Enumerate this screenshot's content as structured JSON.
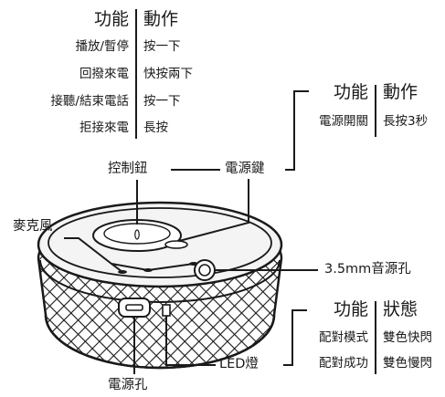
{
  "control_table": {
    "header_left": "功能",
    "header_right": "動作",
    "rows": [
      {
        "function": "播放/暫停",
        "action": "按一下"
      },
      {
        "function": "回撥來電",
        "action": "快按兩下"
      },
      {
        "function": "接聽/結束電話",
        "action": "按一下"
      },
      {
        "function": "拒接來電",
        "action": "長按"
      }
    ]
  },
  "power_table": {
    "header_left": "功能",
    "header_right": "動作",
    "rows": [
      {
        "function": "電源開關",
        "action": "長按3秒"
      }
    ]
  },
  "led_table": {
    "header_left": "功能",
    "header_right": "狀態",
    "rows": [
      {
        "function": "配對模式",
        "action": "雙色快閃"
      },
      {
        "function": "配對成功",
        "action": "雙色慢閃"
      }
    ]
  },
  "labels": {
    "control_knob": "控制鈕",
    "power_key": "電源鍵",
    "microphone": "麥克風",
    "audio_jack": "3.5mm音源孔",
    "led_light": "LED燈",
    "power_port": "電源孔"
  },
  "colors": {
    "ink": "#1a1a1a",
    "device_top": "#f4f4f4",
    "mesh_bg": "#ffffff"
  }
}
